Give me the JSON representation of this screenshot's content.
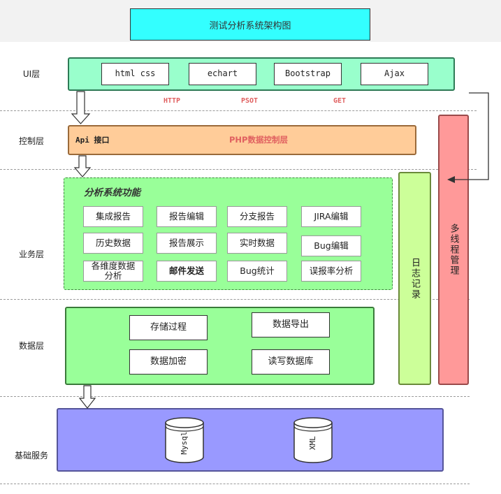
{
  "title": "测试分析系统架构图",
  "layers": {
    "ui": "UI层",
    "control": "控制层",
    "business": "业务层",
    "data": "数据层",
    "base": "基础服务"
  },
  "ui_items": [
    "html css",
    "echart",
    "Bootstrap",
    "Ajax"
  ],
  "protocols": [
    "HTTP",
    "PSOT",
    "GET"
  ],
  "control": {
    "api": "Api 接口",
    "php": "PHP数据控制层"
  },
  "business": {
    "title": "分析系统功能",
    "items": [
      "集成报告",
      "报告编辑",
      "分支报告",
      "JIRA编辑",
      "历史数据",
      "报告展示",
      "实时数据",
      "Bug编辑",
      "各维度数据分析",
      "邮件发送",
      "Bug统计",
      "误报率分析"
    ]
  },
  "data_items": [
    "存储过程",
    "数据导出",
    "数据加密",
    "读写数据库"
  ],
  "base_items": [
    "Mysql",
    "XML"
  ],
  "side": {
    "log": "日志记录",
    "multithread": "多线程管理"
  },
  "colors": {
    "title_bg": "#33ffff",
    "ui_bg": "#99ffcc",
    "control_bg": "#ffcc99",
    "business_bg": "#99ff99",
    "data_bg": "#99ff99",
    "base_bg": "#9999ff",
    "log_bg": "#ccff99",
    "multithread_bg": "#ff9999",
    "protocol_text": "#e06060"
  }
}
